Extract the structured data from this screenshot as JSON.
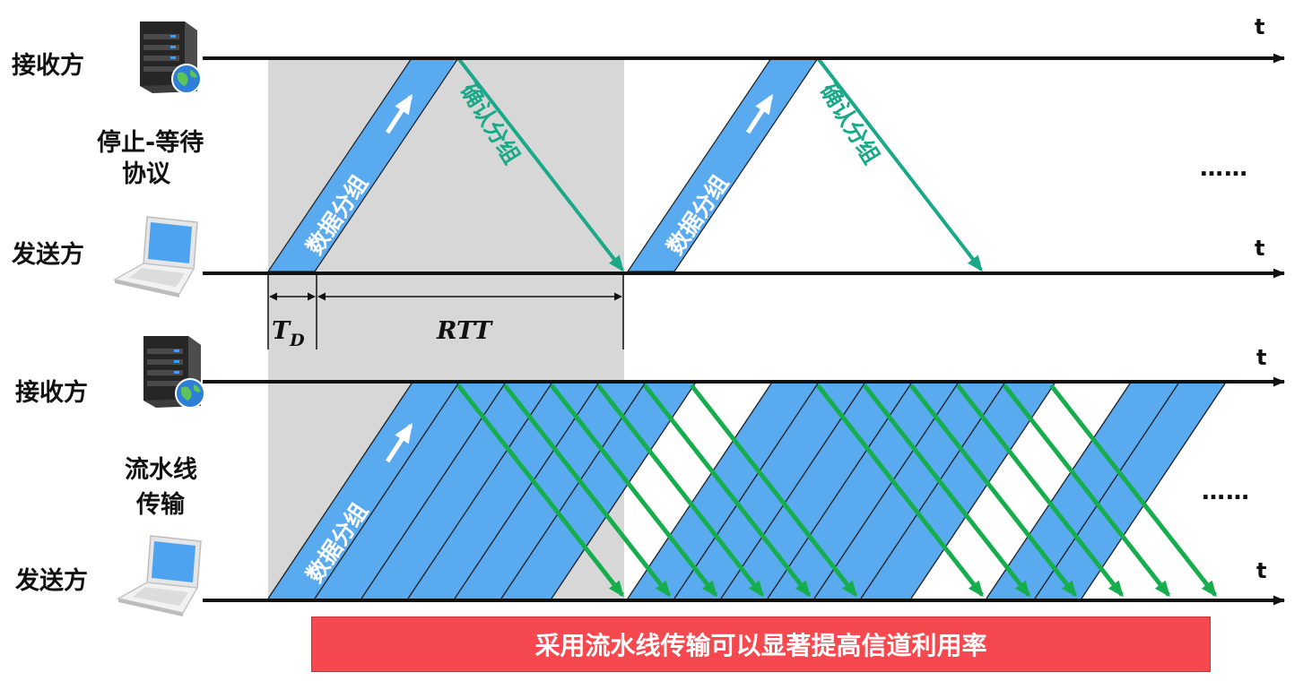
{
  "colors": {
    "gray_band": "#d7d7d7",
    "packet_blue": "#5aaaf0",
    "packet_stroke": "#1c1c1c",
    "ack_teal": "#1aa889",
    "ack_green": "#16ae4c",
    "banner_red": "#f5484f"
  },
  "top": {
    "receiver_label": "接收方",
    "sender_label": "发送方",
    "protocol_label_line1": "停止-等待",
    "protocol_label_line2": "协议",
    "time_label_receiver": "t",
    "time_label_sender": "t",
    "packet_label": "数据分组",
    "ack_label": "确认分组",
    "ellipsis": "……",
    "td_label": "T",
    "td_sub": "D",
    "rtt_label": "RTT"
  },
  "bottom": {
    "receiver_label": "接收方",
    "sender_label": "发送方",
    "protocol_label_line1": "流水线",
    "protocol_label_line2": "传输",
    "time_label_receiver": "t",
    "time_label_sender": "t",
    "packet_label": "数据分组",
    "ellipsis": "……"
  },
  "banner": {
    "text": "采用流水线传输可以显著提高信道利用率"
  },
  "icons": {
    "server": "server-icon",
    "laptop": "laptop-icon",
    "globe": "globe-icon"
  }
}
